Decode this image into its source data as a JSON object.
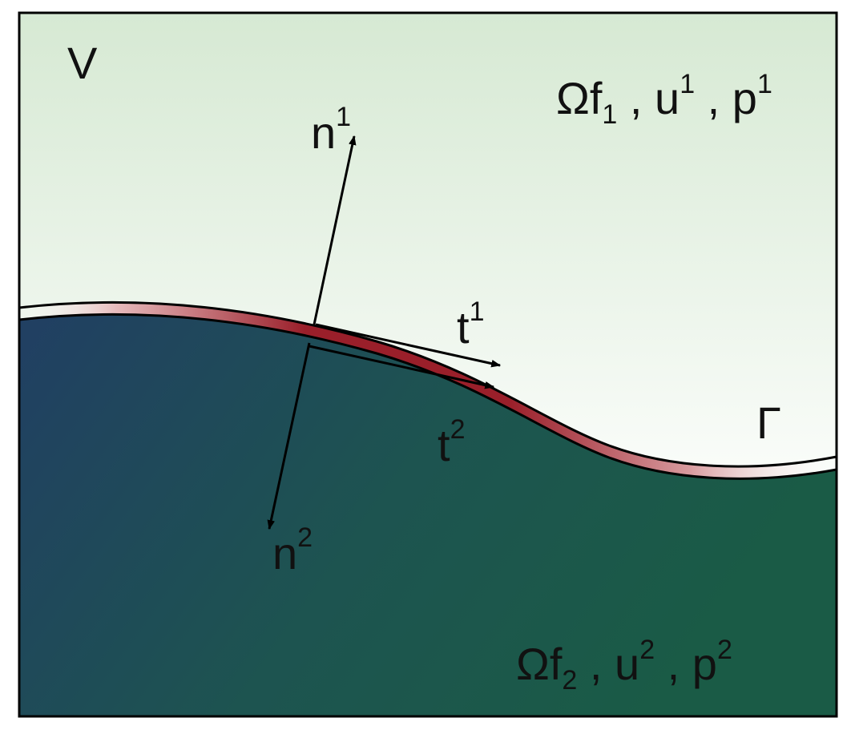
{
  "diagram": {
    "volume_label": "V",
    "interface_label": "Γ",
    "upper_region": {
      "omega": "Ωf",
      "omega_sub": "1",
      "sep1": " , ",
      "u": "u",
      "u_sup": "1",
      "sep2": " , ",
      "p": "p",
      "p_sup": "1"
    },
    "lower_region": {
      "omega": "Ωf",
      "omega_sub": "2",
      "sep1": " , ",
      "u": "u",
      "u_sup": "2",
      "sep2": " , ",
      "p": "p",
      "p_sup": "2"
    },
    "normal_1": {
      "base": "n",
      "sup": "1"
    },
    "normal_2": {
      "base": "n",
      "sup": "2"
    },
    "tangent_1": {
      "base": "t",
      "sup": "1"
    },
    "tangent_2": {
      "base": "t",
      "sup": "2"
    }
  },
  "colors": {
    "upper_fluid_top": "#d6e9d3",
    "upper_fluid_bottom": "#ffffff",
    "lower_fluid_left": "#213f63",
    "lower_fluid_right": "#1a5b46",
    "interface_band": "#9a1f2a",
    "line": "#000000"
  }
}
